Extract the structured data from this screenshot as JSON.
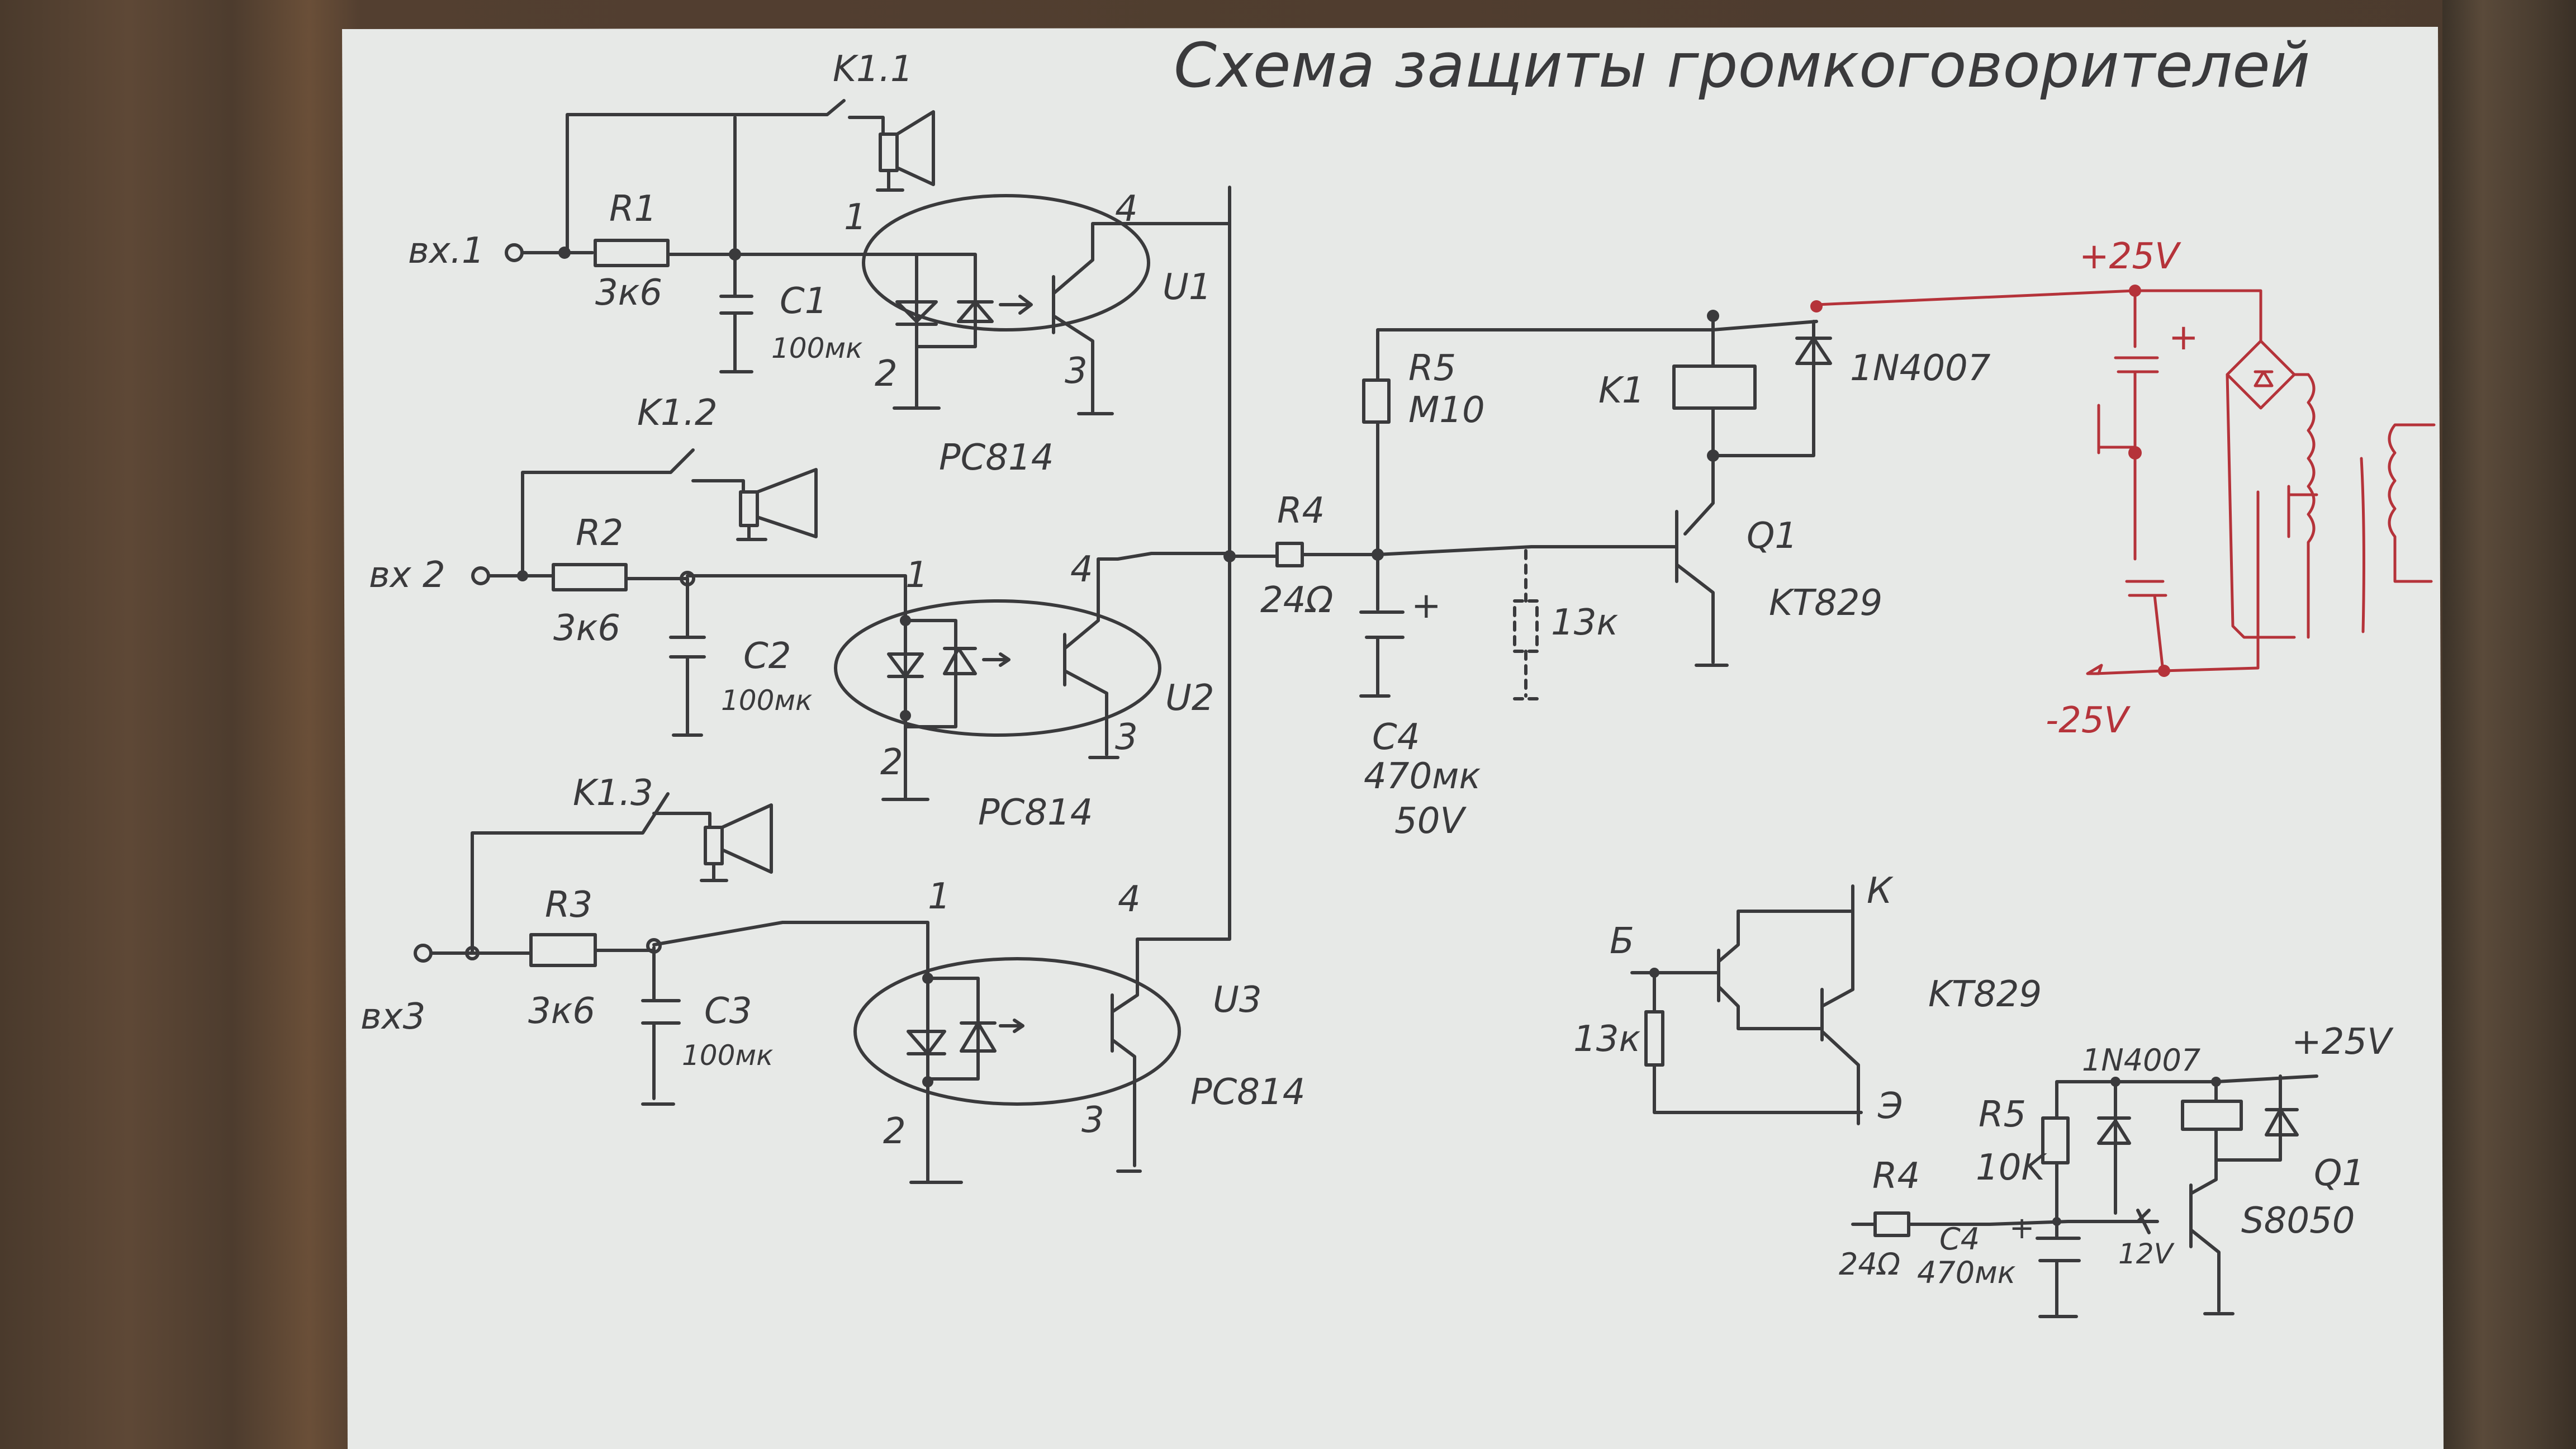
{
  "title": "Схема защиты громкоговорителей",
  "colors": {
    "paper": "#e6e8e6",
    "ink": "#3a3a3c",
    "red_ink": "#b5333a",
    "wood": "#4f3d2f"
  },
  "channels": [
    {
      "input": "вх.1",
      "resistor": {
        "ref": "R1",
        "value": "3к6"
      },
      "capacitor": {
        "ref": "C1",
        "value": "100мк"
      },
      "relay_contact": "K1.1",
      "optocoupler": {
        "ref": "U1",
        "part": "PC814",
        "pins": [
          "1",
          "2",
          "3",
          "4"
        ]
      }
    },
    {
      "input": "вх 2",
      "resistor": {
        "ref": "R2",
        "value": "3к6"
      },
      "capacitor": {
        "ref": "C2",
        "value": "100мк"
      },
      "relay_contact": "K1.2",
      "optocoupler": {
        "ref": "U2",
        "part": "PC814",
        "pins": [
          "1",
          "2",
          "3",
          "4"
        ]
      }
    },
    {
      "input": "вх3",
      "resistor": {
        "ref": "R3",
        "value": "3к6"
      },
      "capacitor": {
        "ref": "C3",
        "value": "100мк"
      },
      "relay_contact": "K1.3",
      "optocoupler": {
        "ref": "U3",
        "part": "PC814",
        "pins": [
          "1",
          "2",
          "3",
          "4"
        ]
      }
    }
  ],
  "driver": {
    "r4": {
      "ref": "R4",
      "value": "24Ω"
    },
    "r5": {
      "ref": "R5",
      "value": "M10"
    },
    "c4": {
      "ref": "C4",
      "value": "470мк",
      "voltage": "50V",
      "polarity": "+"
    },
    "optional_resistor": "13к",
    "relay": "K1",
    "diode": "1N4007",
    "transistor": {
      "ref": "Q1",
      "part": "KT829"
    }
  },
  "power_supply": {
    "positive": "+25V",
    "negative": "-25V",
    "cap_polarity": "+"
  },
  "kt829_detail": {
    "part": "KT829",
    "base": "Б",
    "collector": "К",
    "emitter": "Э",
    "resistor": "13к"
  },
  "alt_driver": {
    "r4": {
      "ref": "R4",
      "value": "24Ω"
    },
    "r5": {
      "ref": "R5",
      "value": "10K"
    },
    "c4": {
      "ref": "C4",
      "value": "470мк",
      "polarity": "+"
    },
    "diode": "1N4007",
    "zener": "12V",
    "supply": "+25V",
    "transistor": {
      "ref": "Q1",
      "part": "S8050"
    }
  }
}
